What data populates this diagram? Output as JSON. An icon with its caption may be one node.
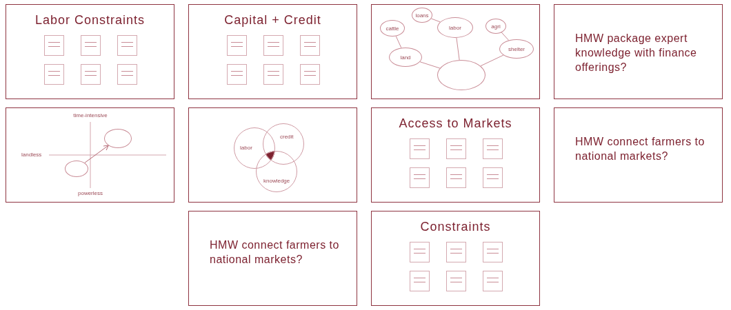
{
  "diagram": {
    "nodes": [
      {
        "text": [
          "Labor Constraints"
        ]
      },
      {
        "text": [],
        "shape": "box",
        "in": 0
      },
      {
        "text": [],
        "shape": "box",
        "in": 0
      },
      {
        "text": [],
        "shape": "box",
        "in": 0
      },
      {
        "text": [],
        "shape": "box",
        "in": 0
      },
      {
        "text": [],
        "shape": "box",
        "in": 0
      },
      {
        "text": [],
        "shape": "box",
        "in": 0
      },
      {
        "text": [
          "Capital + Credit"
        ]
      },
      {
        "text": [],
        "shape": "box",
        "in": 7
      },
      {
        "text": [],
        "shape": "box",
        "in": 7
      },
      {
        "text": [],
        "shape": "box",
        "in": 7
      },
      {
        "text": [],
        "shape": "box",
        "in": 7
      },
      {
        "text": [],
        "shape": "box",
        "in": 7
      },
      {
        "text": [],
        "shape": "box",
        "in": 7
      },
      {
        "text": [],
        "shape": "box"
      },
      {
        "text": [
          "cattle"
        ],
        "in": 14
      },
      {
        "text": [
          "loans"
        ],
        "in": 14
      },
      {
        "text": [
          "labor"
        ],
        "in": 14
      },
      {
        "text": [
          "agri"
        ],
        "in": 14
      },
      {
        "text": [
          "shelter"
        ],
        "in": 14
      },
      {
        "text": [
          "land"
        ],
        "in": 14
      },
      {
        "text": [],
        "shape": "circle",
        "in": 14
      },
      {
        "text": [
          "HMW package expert knowledge with finance offerings?"
        ]
      },
      {
        "text": [
          "HMW connect farmers to national markets?"
        ]
      },
      {
        "text": [],
        "shape": "box"
      },
      {
        "text": [],
        "shape": "circle",
        "in": 24
      },
      {
        "text": [],
        "shape": "circle",
        "in": 24
      },
      {
        "text": [],
        "shape": "box"
      },
      {
        "text": [
          "labor"
        ],
        "in": 27
      },
      {
        "text": [
          "credit"
        ],
        "in": 27
      },
      {
        "text": [
          "knowledge"
        ],
        "in": 27
      },
      {
        "text": [
          "Constraints"
        ]
      },
      {
        "text": [],
        "shape": "box",
        "in": 31
      },
      {
        "text": [],
        "shape": "box",
        "in": 31
      },
      {
        "text": [],
        "shape": "box",
        "in": 31
      },
      {
        "text": [],
        "shape": "box",
        "in": 31
      },
      {
        "text": [],
        "shape": "box",
        "in": 31
      },
      {
        "text": [],
        "shape": "box",
        "in": 31
      },
      {
        "text": [
          "Access to Markets"
        ]
      },
      {
        "text": [],
        "shape": "box",
        "in": 38
      },
      {
        "text": [],
        "shape": "box",
        "in": 38
      },
      {
        "text": [],
        "shape": "box",
        "in": 38
      },
      {
        "text": [],
        "shape": "box",
        "in": 38
      },
      {
        "text": [],
        "shape": "box",
        "in": 38
      },
      {
        "text": [],
        "shape": "box",
        "in": 38
      },
      {
        "text": [
          "HMW connect farmers to national markets?"
        ]
      }
    ],
    "edges": [
      {
        "from": 15,
        "to": 20,
        "arrow": "none"
      },
      {
        "from": 16,
        "to": 17,
        "arrow": "none"
      },
      {
        "from": 17,
        "to": 21,
        "arrow": "none"
      },
      {
        "from": 20,
        "to": 21,
        "arrow": "none"
      },
      {
        "from": 18,
        "to": 19,
        "arrow": "none"
      },
      {
        "from": 19,
        "to": 21,
        "arrow": "none"
      },
      {
        "from": 25,
        "to": 26,
        "arrow": "to"
      }
    ],
    "labels": [
      "time-intensive",
      "landless",
      "powerless"
    ]
  }
}
